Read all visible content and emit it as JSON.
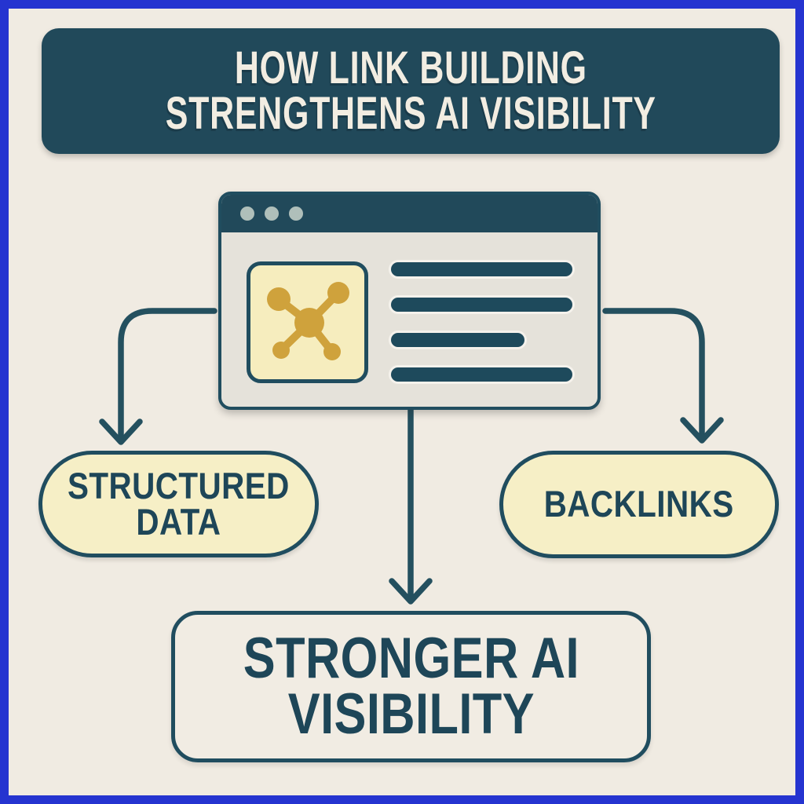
{
  "title": {
    "lines": [
      "HOW LINK BUILDING",
      "STRENGTHENS AI VISIBILITY"
    ]
  },
  "diagram": {
    "source_node": {
      "kind": "browser-window-illustration",
      "window_button_count": 3,
      "icon": "network-nodes-icon",
      "text_line_bar_count": 4
    },
    "nodes": {
      "structured_data": {
        "lines": [
          "STRUCTURED",
          "DATA"
        ]
      },
      "backlinks": {
        "lines": [
          "BACKLINKS"
        ]
      },
      "stronger_ai_visibility": {
        "lines": [
          "STRONGER AI",
          "VISIBILITY"
        ]
      }
    },
    "edges": [
      {
        "from": "browser-window",
        "to": "structured_data"
      },
      {
        "from": "browser-window",
        "to": "backlinks"
      },
      {
        "from": "browser-window",
        "to": "stronger_ai_visibility"
      }
    ]
  },
  "colors": {
    "frame_blue": "#2534D0",
    "background_cream": "#F0EBE2",
    "teal_dark": "#21495A",
    "connector_teal": "#24505F",
    "window_body_gray": "#E5E2DA",
    "window_button_gray": "#AFBFBA",
    "icon_gold": "#CFA23C",
    "icon_bg_yellow": "#F6EDBE",
    "pill_yellow": "#F6EFC6",
    "result_box_cream": "#F1ECE3",
    "text_teal": "#1E4658",
    "header_text_cream": "#F2EDE2"
  }
}
